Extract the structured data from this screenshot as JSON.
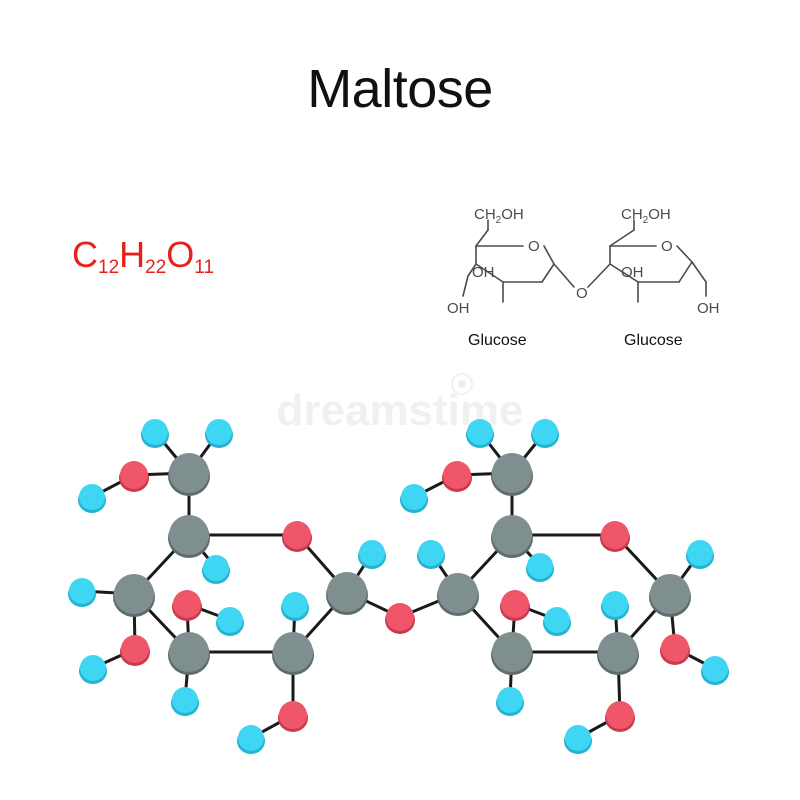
{
  "title": "Maltose",
  "formula": {
    "c": "C",
    "c_n": "12",
    "h": "H",
    "h_n": "22",
    "o": "O",
    "o_n": "11"
  },
  "structural": {
    "ch2oh_left": {
      "pre": "CH",
      "sub": "2",
      "post": "OH"
    },
    "ch2oh_right": {
      "pre": "CH",
      "sub": "2",
      "post": "OH"
    },
    "ring_o_left": "O",
    "ring_o_right": "O",
    "bridge_o": "O",
    "oh_left_ring": "OH",
    "oh_left_bottom": "OH",
    "oh_right_ring": "OH",
    "oh_right_end": "OH",
    "label_left": "Glucose",
    "label_right": "Glucose"
  },
  "watermark": "dreamstime",
  "colors": {
    "carbon": "#7f8f8f",
    "oxygen": "#f0566a",
    "hydrogen": "#3fd6f3",
    "bond": "#1a1a1a",
    "formula": "#e8201c",
    "structure": "#4b4b4b"
  }
}
